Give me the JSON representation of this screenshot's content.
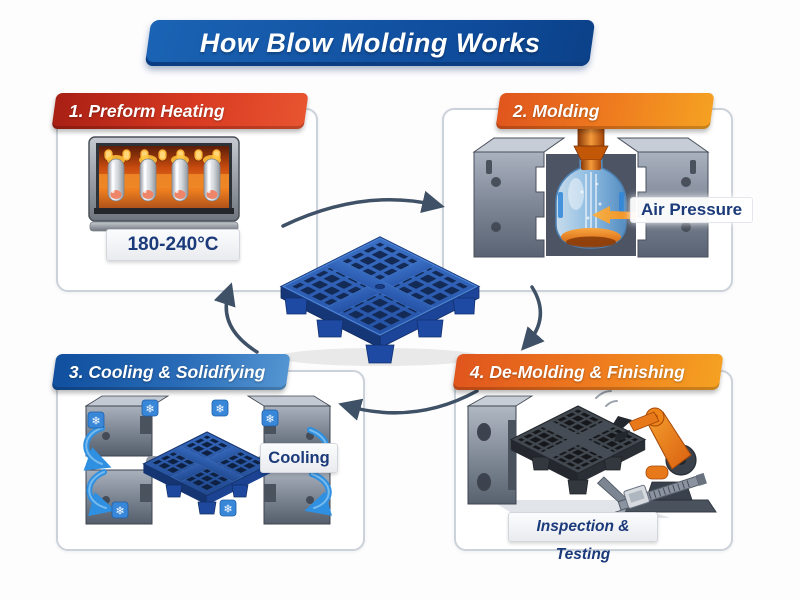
{
  "title": {
    "text": "How Blow Molding Works"
  },
  "icons": {
    "snowflake": "❄"
  },
  "steps": [
    {
      "banner": "1. Preform Heating",
      "caption": "180-240°C"
    },
    {
      "banner": "2. Molding",
      "caption": "Air Pressure"
    },
    {
      "banner": "3. Cooling & Solidifying",
      "caption": "Cooling"
    },
    {
      "banner": "4. De-Molding & Finishing",
      "caption": "Inspection & Testing"
    }
  ],
  "colors": {
    "title_banner": "#0f4c9c",
    "step1_banner": "#d83a22",
    "step2_banner": "#ef7d1f",
    "step3_banner": "#2a6cb8",
    "step4_banner": "#ef7d1f",
    "caption_text": "#1b3a7a",
    "flow_arrow": "#3f5166",
    "pallet_blue": "#2f63b8",
    "cooling_arrow": "#2f8fe0",
    "heat_orange": "#f08028"
  }
}
